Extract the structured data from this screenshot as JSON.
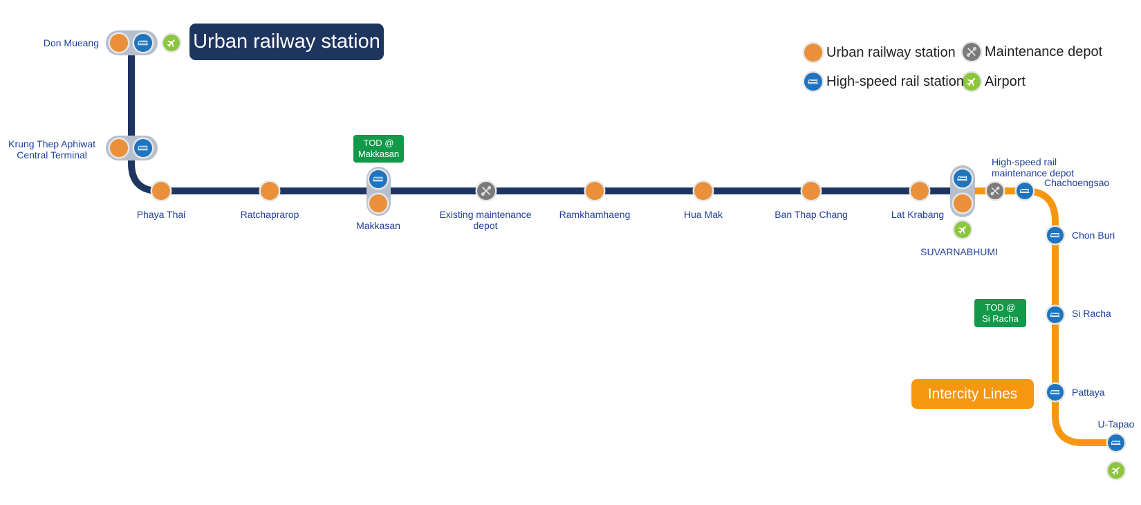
{
  "titles": {
    "urban": "Urban railway station",
    "intercity": "Intercity Lines"
  },
  "colors": {
    "urban_line": "#1e3560",
    "intercity_line": "#f7960f",
    "urban_station": "#ea903a",
    "hsr_station": "#1f74bf",
    "depot": "#7b7b7b",
    "airport": "#8cc63f",
    "tod": "#12994a",
    "label": "#1f3f9a"
  },
  "legend": [
    {
      "icon": "urban-station-icon",
      "label": "Urban railway station"
    },
    {
      "icon": "maintenance-depot-icon",
      "label": "Maintenance depot"
    },
    {
      "icon": "high-speed-rail-station-icon",
      "label": "High-speed rail station"
    },
    {
      "icon": "airport-icon",
      "label": "Airport"
    }
  ],
  "stations": {
    "don_mueang": {
      "name": "Don Mueang",
      "types": [
        "urban",
        "hsr",
        "airport"
      ]
    },
    "krung_thep": {
      "name_line1": "Krung Thep Aphiwat",
      "name_line2": "Central Terminal",
      "types": [
        "urban",
        "hsr"
      ]
    },
    "phaya_thai": {
      "name": "Phaya Thai",
      "types": [
        "urban"
      ]
    },
    "ratchaprarop": {
      "name": "Ratchaprarop",
      "types": [
        "urban"
      ]
    },
    "makkasan": {
      "name": "Makkasan",
      "types": [
        "hsr",
        "urban"
      ],
      "tod_line1": "TOD @",
      "tod_line2": "Makkasan"
    },
    "existing_depot": {
      "name_line1": "Existing maintenance",
      "name_line2": "depot",
      "types": [
        "depot"
      ]
    },
    "ramkhamhaeng": {
      "name": "Ramkhamhaeng",
      "types": [
        "urban"
      ]
    },
    "hua_mak": {
      "name": "Hua Mak",
      "types": [
        "urban"
      ]
    },
    "ban_thap_chang": {
      "name": "Ban Thap Chang",
      "types": [
        "urban"
      ]
    },
    "lat_krabang": {
      "name": "Lat Krabang",
      "types": [
        "urban"
      ]
    },
    "suvarnabhumi": {
      "name": "SUVARNABHUMI",
      "types": [
        "hsr",
        "urban",
        "airport"
      ]
    },
    "hsr_depot": {
      "name_line1": "High-speed rail",
      "name_line2": "maintenance depot",
      "types": [
        "depot"
      ]
    },
    "chachoengsao": {
      "name": "Chachoengsao",
      "types": [
        "hsr"
      ]
    },
    "chon_buri": {
      "name": "Chon Buri",
      "types": [
        "hsr"
      ]
    },
    "si_racha": {
      "name": "Si Racha",
      "types": [
        "hsr"
      ],
      "tod_line1": "TOD @",
      "tod_line2": "Si Racha"
    },
    "pattaya": {
      "name": "Pattaya",
      "types": [
        "hsr"
      ]
    },
    "u_tapao": {
      "name": "U-Tapao",
      "types": [
        "hsr",
        "airport"
      ]
    }
  }
}
